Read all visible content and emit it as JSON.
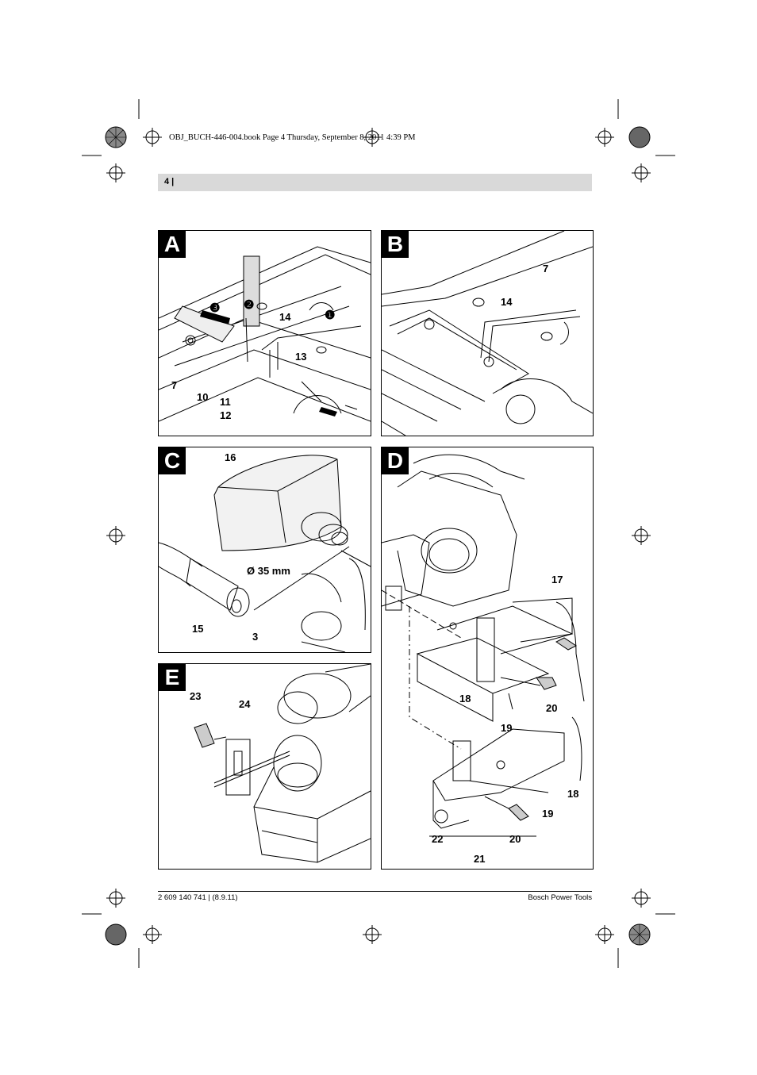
{
  "book_info": "OBJ_BUCH-446-004.book  Page 4  Thursday, September 8, 2011  4:39 PM",
  "header": {
    "page_number": "4 |"
  },
  "panels": {
    "A": {
      "letter": "A",
      "labels": {
        "l14": "14",
        "l13": "13",
        "l7": "7",
        "l10": "10",
        "l11": "11",
        "l12": "12",
        "s1": "❶",
        "s2": "❷",
        "s3": "❸"
      }
    },
    "B": {
      "letter": "B",
      "labels": {
        "l7": "7",
        "l14": "14"
      }
    },
    "C": {
      "letter": "C",
      "labels": {
        "l16": "16",
        "dia": "Ø 35 mm",
        "l15": "15",
        "l3": "3"
      }
    },
    "D": {
      "letter": "D",
      "labels": {
        "l17": "17",
        "l18a": "18",
        "l20a": "20",
        "l19a": "19",
        "l18b": "18",
        "l19b": "19",
        "l22": "22",
        "l20b": "20",
        "l21": "21"
      }
    },
    "E": {
      "letter": "E",
      "labels": {
        "l23": "23",
        "l24": "24"
      }
    }
  },
  "footer": {
    "left": "2 609 140 741 | (8.9.11)",
    "right": "Bosch Power Tools"
  }
}
